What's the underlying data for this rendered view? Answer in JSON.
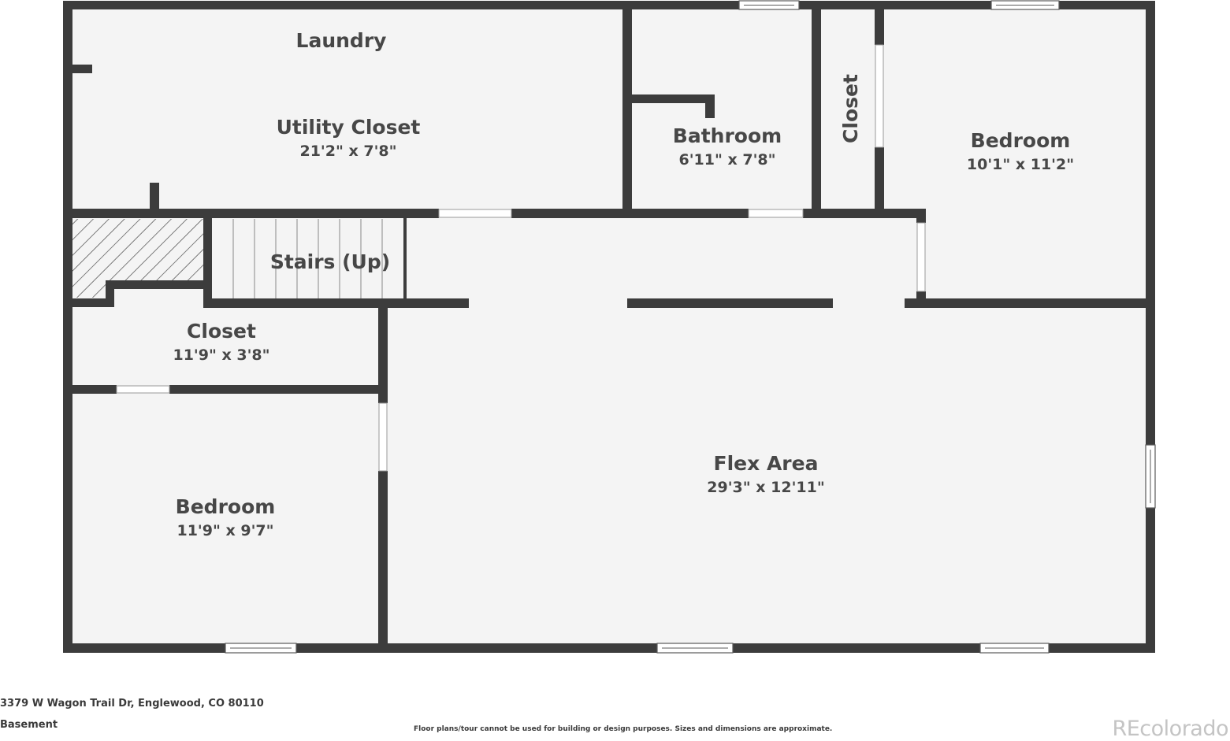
{
  "rooms": {
    "laundry": {
      "name": "Laundry"
    },
    "utility_closet": {
      "name": "Utility Closet",
      "dims": "21'2\" x 7'8\""
    },
    "bathroom": {
      "name": "Bathroom",
      "dims": "6'11\" x 7'8\""
    },
    "closet_vertical": {
      "name": "Closet"
    },
    "bedroom_ne": {
      "name": "Bedroom",
      "dims": "10'1\" x 11'2\""
    },
    "stairs": {
      "name": "Stairs (Up)"
    },
    "closet_west": {
      "name": "Closet",
      "dims": "11'9\" x 3'8\""
    },
    "bedroom_sw": {
      "name": "Bedroom",
      "dims": "11'9\" x 9'7\""
    },
    "flex_area": {
      "name": "Flex Area",
      "dims": "29'3\" x 12'11\""
    }
  },
  "footer": {
    "address": "3379 W Wagon Trail Dr, Englewood, CO 80110",
    "level": "Basement",
    "disclaimer": "Floor plans/tour cannot be used for building or design purposes. Sizes and dimensions are approximate.",
    "brand": "REcolorado"
  },
  "colors": {
    "wall": "#3c3c3c",
    "floor": "#f4f4f4",
    "text": "#474747"
  }
}
